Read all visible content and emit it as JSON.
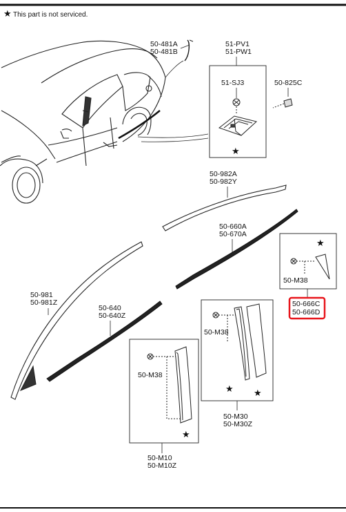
{
  "note": {
    "symbol": "★",
    "text": "This part is not serviced."
  },
  "callouts": {
    "p481": [
      "50-481A",
      "50-481B"
    ],
    "pv1": [
      "51-PV1",
      "51-PW1"
    ],
    "sj3": "51-SJ3",
    "p825": "50-825C",
    "p982": [
      "50-982A",
      "50-982Y"
    ],
    "p660": [
      "50-660A",
      "50-670A"
    ],
    "p981": [
      "50-981",
      "50-981Z"
    ],
    "p640": [
      "50-640",
      "50-640Z"
    ],
    "p666": [
      "50-666C",
      "50-666D"
    ],
    "m38_right": "50-M38",
    "m38_mid": "50-M38",
    "m38_left": "50-M38",
    "m30": [
      "50-M30",
      "50-M30Z"
    ],
    "m10": [
      "50-M10",
      "50-M10Z"
    ]
  },
  "highlight_color": "#e8151b"
}
